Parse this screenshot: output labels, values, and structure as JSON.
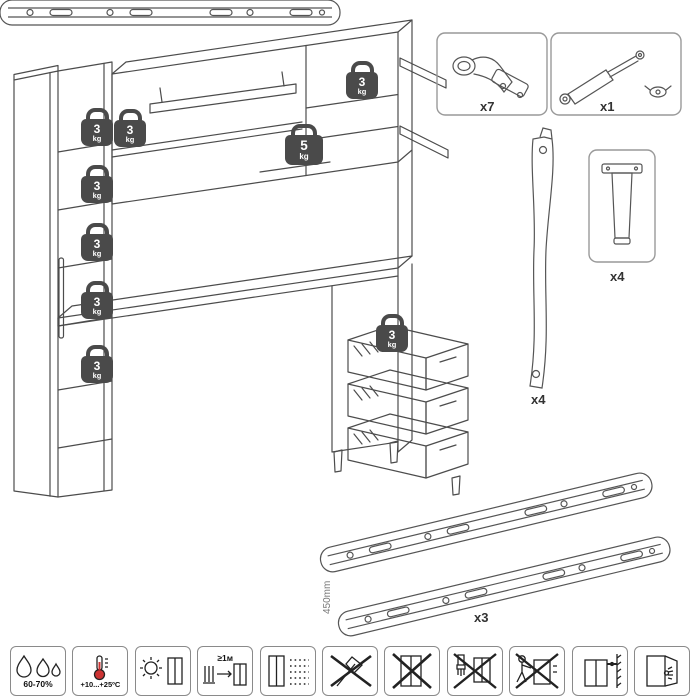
{
  "weights": [
    {
      "value": "3",
      "unit": "kg"
    },
    {
      "value": "3",
      "unit": "kg"
    },
    {
      "value": "3",
      "unit": "kg"
    },
    {
      "value": "3",
      "unit": "kg"
    },
    {
      "value": "3",
      "unit": "kg"
    },
    {
      "value": "3",
      "unit": "kg"
    },
    {
      "value": "5",
      "unit": "kg"
    },
    {
      "value": "3",
      "unit": "kg"
    },
    {
      "value": "3",
      "unit": "kg"
    }
  ],
  "parts": {
    "hinge": {
      "count": "x7"
    },
    "gas_strut": {
      "count": "x1"
    },
    "strip": {
      "count": "x4"
    },
    "leg": {
      "count": "x4"
    },
    "rail": {
      "count": "x3",
      "length": "450mm"
    }
  },
  "care_icons": [
    {
      "name": "humidity",
      "label": "60-70%"
    },
    {
      "name": "temperature",
      "label": "+10...+25ºC"
    },
    {
      "name": "sunlight",
      "label": ""
    },
    {
      "name": "heat-distance",
      "label": "≥1м"
    },
    {
      "name": "ventilation",
      "label": ""
    },
    {
      "name": "no-impact",
      "label": ""
    },
    {
      "name": "no-scratch",
      "label": ""
    },
    {
      "name": "no-solvent",
      "label": ""
    },
    {
      "name": "no-drag",
      "label": ""
    },
    {
      "name": "wall-anchor",
      "label": ""
    },
    {
      "name": "door-pinch",
      "label": ""
    }
  ],
  "colors": {
    "line": "#4c4c4c",
    "box_border": "#999999",
    "weight_bg": "#4a4a4a",
    "bulb_red": "#cc3333"
  }
}
